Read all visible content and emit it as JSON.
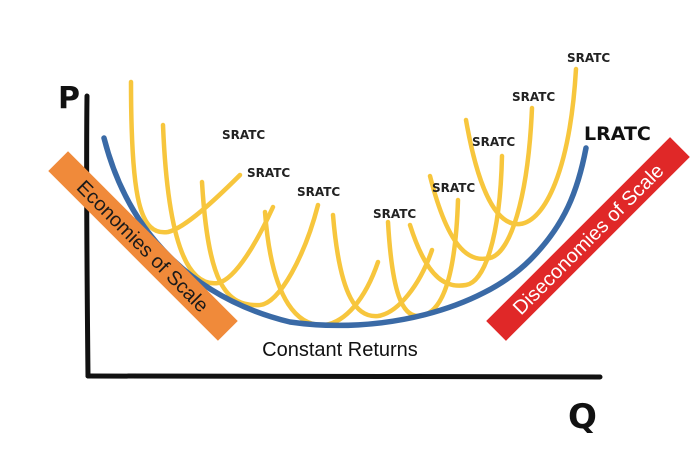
{
  "axes": {
    "y_label": "P",
    "x_label": "Q"
  },
  "curves": {
    "long_run_label": "LRATC",
    "short_run_label": "SRATC",
    "long_run_color": "#3a6aa6",
    "short_run_color": "#f7c63d"
  },
  "regions": {
    "economies": {
      "text": "Economies of Scale",
      "color": "#f08a3a"
    },
    "constant": {
      "text": "Constant Returns"
    },
    "diseconomies": {
      "text": "Diseconomies of Scale",
      "color": "#e02828"
    }
  }
}
